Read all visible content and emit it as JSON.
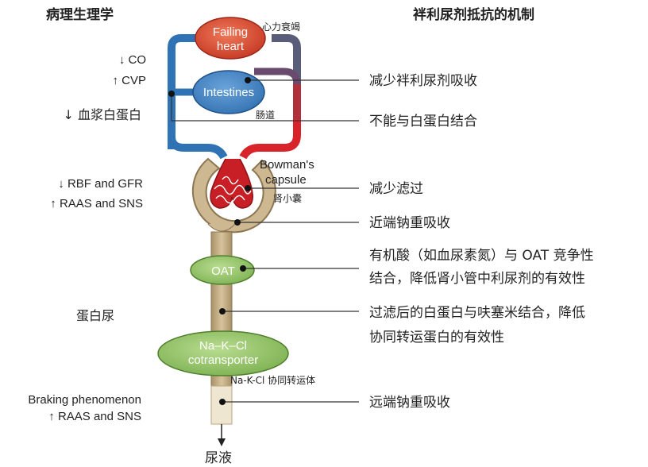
{
  "headers": {
    "left": "病理生理学",
    "right": "袢利尿剂抵抗的机制"
  },
  "left_labels": {
    "co": "↓ CO",
    "cvp": "↑ CVP",
    "albumin": "↓ 血浆白蛋白",
    "rbf_gfr": "↓ RBF and GFR",
    "raas_sns_1": "↑ RAAS and SNS",
    "proteinuria": "蛋白尿",
    "braking": "Braking phenomenon",
    "raas_sns_2": "↑ RAAS and SNS"
  },
  "organs": {
    "heart_line1": "Failing",
    "heart_line2": "heart",
    "heart_cn": "心力衰竭",
    "intestines": "Intestines",
    "intestines_cn": "肠道",
    "bowman_line1": "Bowman's",
    "bowman_line2": "capsule",
    "bowman_cn": "肾小囊",
    "oat": "OAT",
    "nkcc_line1": "Na–K–Cl",
    "nkcc_line2": "cotransporter",
    "nkcc_cn": "Na-K-Cl 协同转运体",
    "urine": "尿液"
  },
  "mechanisms": [
    {
      "lines": [
        "减少袢利尿剂吸收"
      ]
    },
    {
      "lines": [
        "不能与白蛋白结合"
      ]
    },
    {
      "lines": [
        "减少滤过"
      ]
    },
    {
      "lines": [
        "近端钠重吸收"
      ]
    },
    {
      "lines": [
        "有机酸（如血尿素氮）与 OAT 竞争性",
        "结合，降低肾小管中利尿剂的有效性"
      ]
    },
    {
      "lines": [
        "过滤后的白蛋白与呋塞米结合，降低",
        "协同转运蛋白的有效性"
      ]
    },
    {
      "lines": [
        "远端钠重吸收"
      ]
    }
  ],
  "colors": {
    "venous_blue": "#2f73b5",
    "arterial_red": "#d8232a",
    "tubule_tan": "#c9b48f",
    "oat_green": "#8fbd63",
    "heart_red": "#de4a35",
    "intestine_blue": "#3e7fc4"
  }
}
